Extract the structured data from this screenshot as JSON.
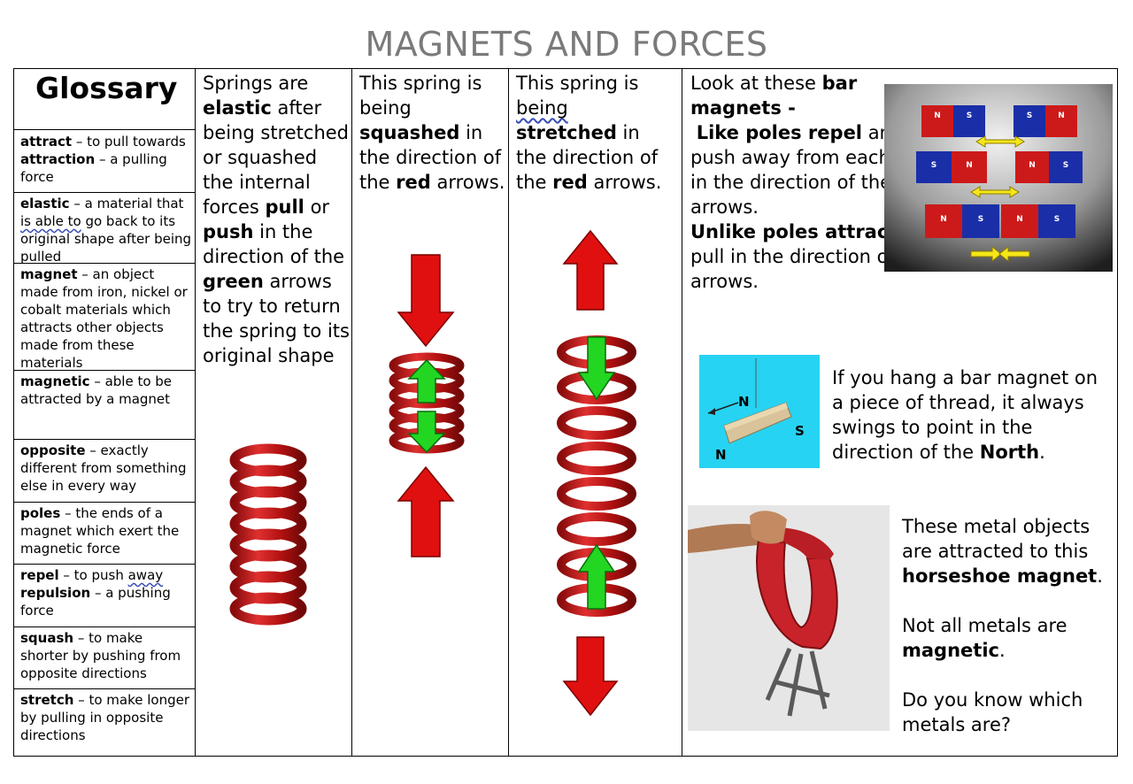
{
  "title": "MAGNETS AND FORCES",
  "glossary": {
    "heading": "Glossary",
    "entries": [
      {
        "term1": "attract",
        "def1": " – to pull towards",
        "term2": "attraction",
        "def2": " – a pulling force"
      },
      {
        "term1": "elastic",
        "def1": " – a material that ",
        "wavy": "is able to",
        "def1b": " go back to its original shape after being pulled"
      },
      {
        "term1": "magnet",
        "def1": " – an object made from iron, nickel or cobalt materials which attracts other objects made from these materials"
      },
      {
        "term1": "magnetic",
        "def1": " – able to be attracted by a magnet"
      },
      {
        "term1": "opposite",
        "def1": " – exactly different from something else in every way"
      },
      {
        "term1": "poles",
        "def1": " – the ends of a magnet which exert the magnetic force"
      },
      {
        "term1": "repel",
        "def1": " – to push ",
        "wavy": "away",
        "term2": "repulsion",
        "def2": " – a pushing force"
      },
      {
        "term1": "squash",
        "def1": " – to make shorter by pushing from opposite directions"
      },
      {
        "term1": "stretch",
        "def1": " – to make longer by pulling in opposite directions"
      }
    ]
  },
  "springs": {
    "t1": "Springs are ",
    "b1": "elastic",
    "t2": " after being stretched or squashed the internal forces ",
    "b2": "pull",
    "t3": " or ",
    "b3": "push",
    "t4": " in the direction of the ",
    "b4": "green",
    "t5": " arrows to try to return the spring to its original shape"
  },
  "squashed": {
    "t1": "This spring is being ",
    "b1": "squashed",
    "t2": " in the direction of the ",
    "b2": "red",
    "t3": " arrows."
  },
  "stretched": {
    "t1": "This spring is ",
    "u1": "being",
    "b1": "stretched",
    "t2": " in the direction of the ",
    "b2": "red",
    "t3": " arrows."
  },
  "magnets": {
    "t1": "Look at these ",
    "b1": "bar magnets -",
    "b2": "Like poles repel",
    "t2": " and push away from each other in the direction of the arrows.",
    "b3": "Unlike poles attract",
    "t3": " and pull in the direction of the arrows.",
    "hang1": "If you hang a bar magnet on a piece of thread, it always swings to point in the direction of the ",
    "hangb": "North",
    "hang2": ".",
    "horse1": "These metal objects are attracted to this ",
    "horseb": "horseshoe magnet",
    "horse2": ".",
    "notall1": "Not all metals are ",
    "notallb": "magnetic",
    "notall2": ".",
    "question": "Do you know which metals are?",
    "pole_n": "N",
    "pole_s": "S",
    "compass_n": "N",
    "compass_s": "S",
    "compass_n2": "N"
  },
  "colors": {
    "red": "#c41a1a",
    "green": "#22d622",
    "blue": "#1a2ea8",
    "yellow": "#f5e61a"
  }
}
